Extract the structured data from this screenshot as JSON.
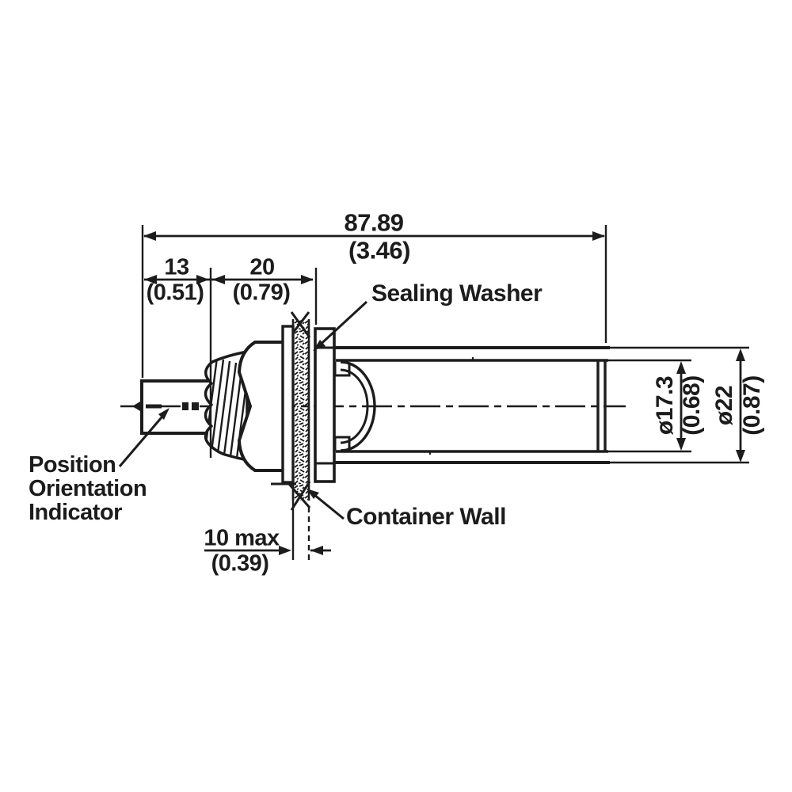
{
  "drawing": {
    "labels": {
      "sealing_washer": "Sealing Washer",
      "container_wall": "Container Wall",
      "position_indicator": [
        "Position",
        "Orientation",
        "Indicator"
      ]
    },
    "dims": {
      "overall_length": {
        "mm": "87.89",
        "inch": "(3.46)"
      },
      "cable_stub": {
        "mm": "13",
        "inch": "(0.51)"
      },
      "mount_section": {
        "mm": "20",
        "inch": "(0.79)"
      },
      "wall_thickness": {
        "mm": "10 max",
        "inch": "(0.39)"
      },
      "inner_diameter": {
        "mm": "ø17.3",
        "inch": "(0.68)"
      },
      "outer_diameter": {
        "mm": "ø22",
        "inch": "(0.87)"
      }
    },
    "colors": {
      "line": "#1c1c1c",
      "background": "#ffffff"
    }
  }
}
